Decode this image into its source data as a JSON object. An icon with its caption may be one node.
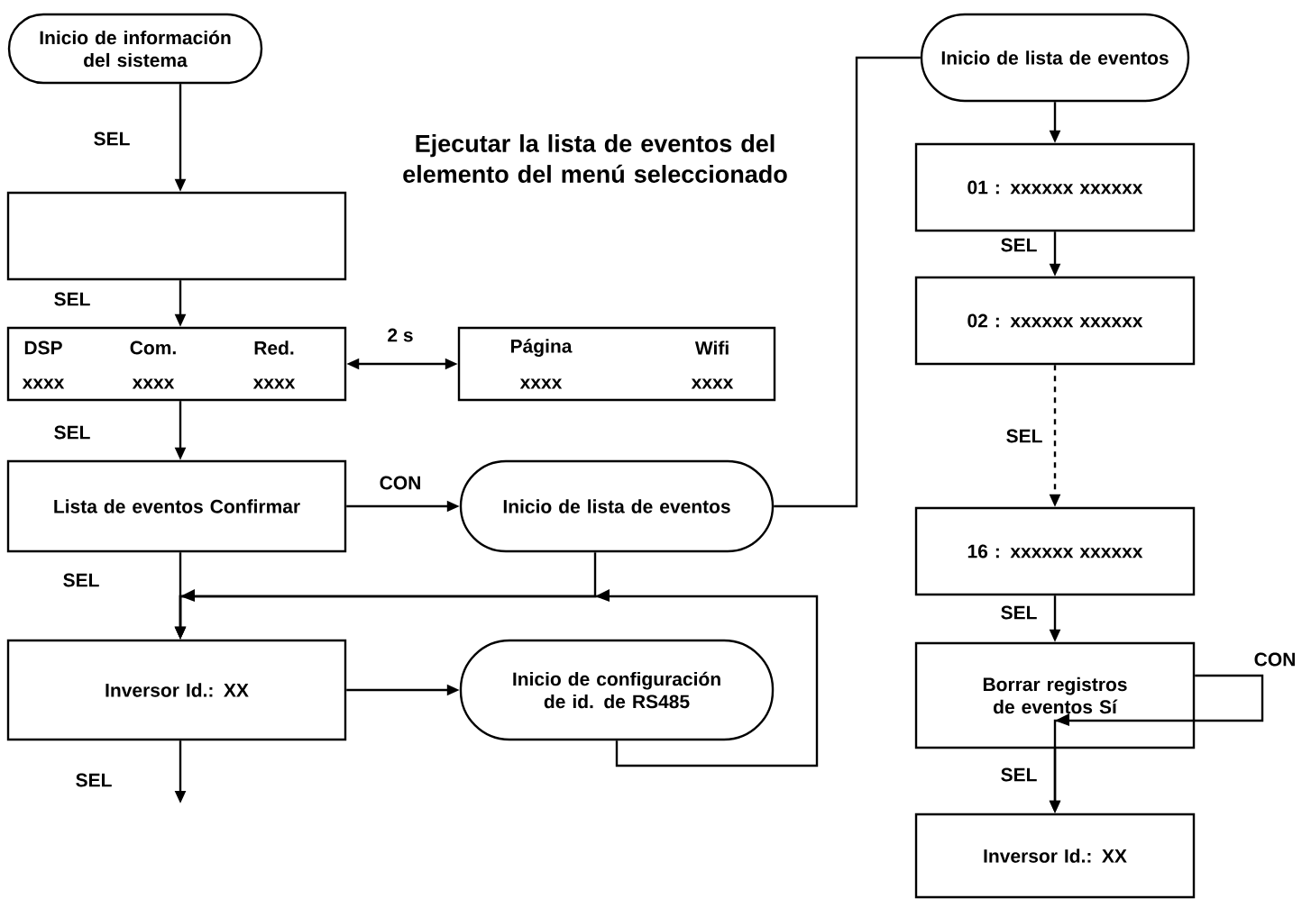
{
  "diagram": {
    "title": "Ejecutar la lista de eventos del elemento del menú seleccionado",
    "nodes": [
      {
        "text": [
          "Inicio de información del sistema"
        ]
      },
      {
        "text": [],
        "shape": "box"
      },
      {
        "text": [
          "DSP",
          "Com.",
          "Red.",
          "xxxx",
          "xxxx",
          "xxxx"
        ]
      },
      {
        "text": [
          "Página",
          "Wifi",
          "xxxx",
          "xxxx"
        ]
      },
      {
        "text": [
          "Lista de eventos Confirmar"
        ]
      },
      {
        "text": [
          "Inicio de lista de eventos"
        ]
      },
      {
        "text": [
          "Inversor Id.: XX"
        ]
      },
      {
        "text": [
          "Inicio de configuración de id. de RS485"
        ]
      },
      {
        "text": [
          "Inicio de lista de eventos"
        ]
      },
      {
        "text": [
          "01 : xxxxxx xxxxxx"
        ]
      },
      {
        "text": [
          "02 : xxxxxx xxxxxx"
        ]
      },
      {
        "text": [
          "16 : xxxxxx xxxxxx"
        ]
      },
      {
        "text": [
          "Borrar registros de eventos Sí"
        ]
      },
      {
        "text": [
          "Inversor Id.: XX"
        ]
      }
    ],
    "edges": [
      {
        "from": 0,
        "to": 1,
        "arrow": "to",
        "label": "SEL"
      },
      {
        "from": 1,
        "to": 2,
        "arrow": "to",
        "label": "SEL"
      },
      {
        "from": 2,
        "to": 3,
        "arrow": "both",
        "label": "2 s"
      },
      {
        "from": 2,
        "to": 4,
        "arrow": "to",
        "label": "SEL"
      },
      {
        "from": 4,
        "to": 5,
        "arrow": "to",
        "label": "CON"
      },
      {
        "from": 4,
        "to": 6,
        "arrow": "to",
        "label": "SEL"
      },
      {
        "from": 5,
        "to": 6,
        "arrow": "to"
      },
      {
        "from": 7,
        "to": 6,
        "arrow": "to"
      },
      {
        "from": 6,
        "to": null,
        "arrow": "to",
        "label": "SEL"
      },
      {
        "from": 6,
        "to": 7,
        "arrow": "to"
      },
      {
        "from": 5,
        "to": 8,
        "arrow": "none"
      },
      {
        "from": 8,
        "to": 9,
        "arrow": "to"
      },
      {
        "from": 9,
        "to": 10,
        "arrow": "to",
        "label": "SEL"
      },
      {
        "from": 10,
        "to": 11,
        "arrow": "to",
        "label": "SEL",
        "style": "dashed"
      },
      {
        "from": 11,
        "to": 12,
        "arrow": "to",
        "label": "SEL"
      },
      {
        "from": 12,
        "to": 13,
        "arrow": "to",
        "label": "SEL"
      },
      {
        "from": 12,
        "to": 13,
        "arrow": "to",
        "label": "CON"
      }
    ]
  }
}
